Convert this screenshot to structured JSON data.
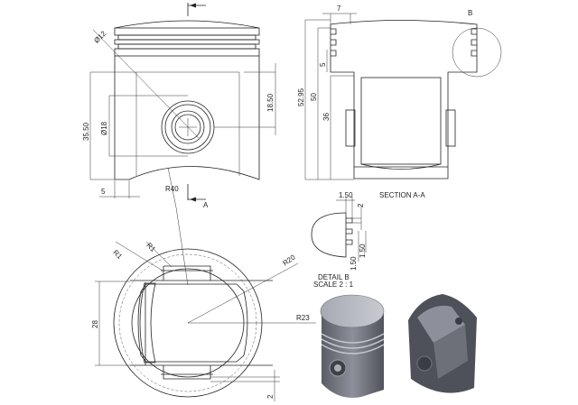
{
  "drawing": {
    "front_view": {
      "dims": {
        "d12": "Ø12",
        "d18": "Ø18",
        "h35_50": "35.50",
        "h18_50": "18.50",
        "w5": "5",
        "r40": "R40",
        "section_mark": "A"
      }
    },
    "section_view": {
      "title": "SECTION A-A",
      "dims": {
        "w7": "7",
        "h52_95": "52.95",
        "h50": "50",
        "h36": "36",
        "h5": "5"
      },
      "detail_callout": "B"
    },
    "detail_view": {
      "title": "DETAIL B",
      "scale": "SCALE 2 : 1",
      "dims": {
        "w1_50": "1.50",
        "h2": "2",
        "h1_50a": "1.50",
        "h1_50b": "1.50"
      }
    },
    "bottom_view": {
      "dims": {
        "r1a": "R1",
        "r1b": "R1",
        "r20": "R20",
        "r23": "R23",
        "h28": "28",
        "h2": "2"
      }
    },
    "iso_views": {
      "colors": {
        "body": "#8a8d96",
        "top": "#b9bcc4",
        "dark": "#5d6068"
      }
    }
  }
}
